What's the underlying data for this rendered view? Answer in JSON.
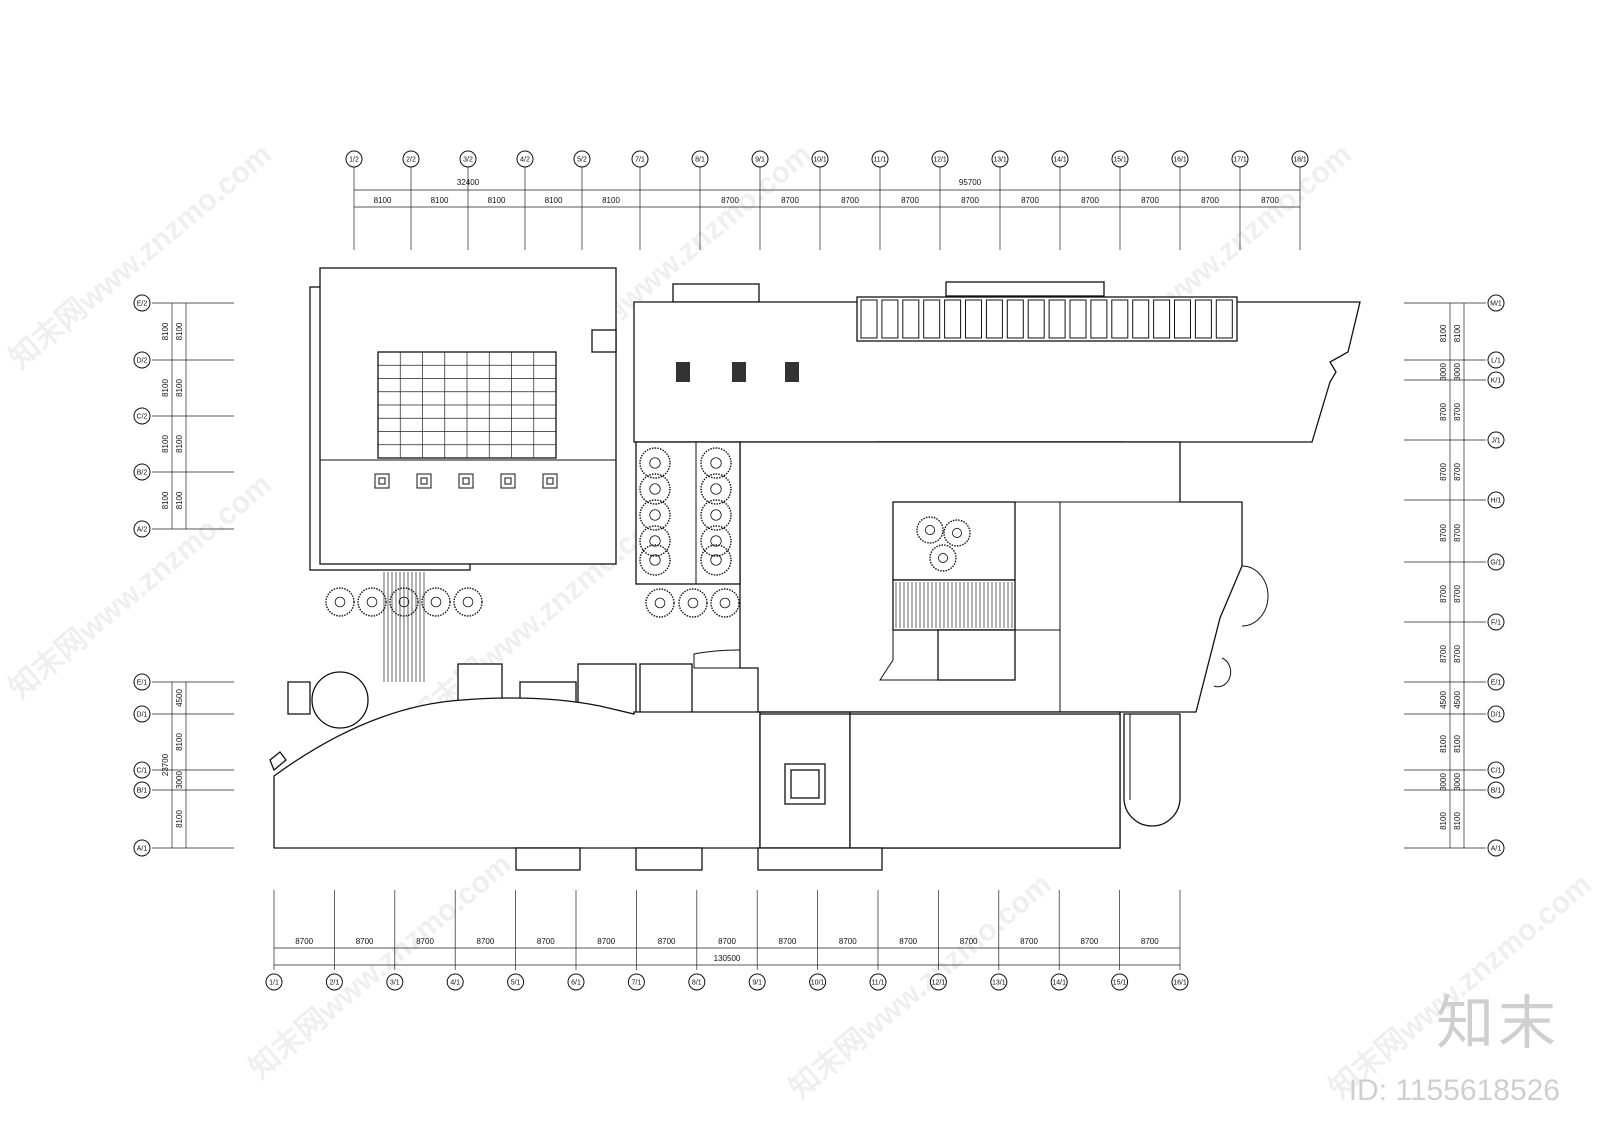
{
  "watermark": {
    "site": "znzmo.com",
    "brand": "知末",
    "id_label": "ID: 1155618526",
    "overlay": "知末网www.znzmo.com"
  },
  "top_axes": [
    "1/2",
    "2/2",
    "3/2",
    "4/2",
    "5/2",
    "7/1",
    "8/1",
    "9/1",
    "10/1",
    "11/1",
    "12/1",
    "13/1",
    "14/1",
    "15/1",
    "16/1",
    "17/1",
    "18/1"
  ],
  "top_dims": [
    "8100",
    "8100",
    "8100",
    "8100",
    "8100",
    "8700",
    "8700",
    "8700",
    "8700",
    "8700",
    "8700",
    "8700",
    "8700",
    "8700",
    "8700"
  ],
  "top_totals": [
    "32400",
    "95700"
  ],
  "bottom_axes": [
    "1/1",
    "2/1",
    "3/1",
    "4/1",
    "5/1",
    "6/1",
    "7/1",
    "8/1",
    "9/1",
    "10/1",
    "11/1",
    "12/1",
    "13/1",
    "14/1",
    "15/1",
    "16/1"
  ],
  "bottom_dims": [
    "8700",
    "8700",
    "8700",
    "8700",
    "8700",
    "8700",
    "8700",
    "8700",
    "8700",
    "8700",
    "8700",
    "8700",
    "8700",
    "8700",
    "8700"
  ],
  "bottom_total": "130500",
  "left_upper_axes": [
    "E/2",
    "D/2",
    "C/2",
    "B/2",
    "A/2"
  ],
  "left_upper_dims": [
    "8100",
    "8100",
    "8100",
    "8100"
  ],
  "left_lower_axes": [
    "E/1",
    "D/1",
    "C/1",
    "B/1",
    "A/1"
  ],
  "left_lower_dims": [
    "4500",
    "8100",
    "3000",
    "8100"
  ],
  "left_lower_total": "23700",
  "right_axes": [
    "M/1",
    "L/1",
    "K/1",
    "J/1",
    "H/1",
    "G/1",
    "F/1",
    "E/1",
    "D/1",
    "C/1",
    "B/1",
    "A/1"
  ],
  "right_dims": [
    "8100",
    "3000",
    "8700",
    "8700",
    "8700",
    "8700",
    "8700",
    "4500",
    "8100",
    "3000",
    "8100"
  ]
}
